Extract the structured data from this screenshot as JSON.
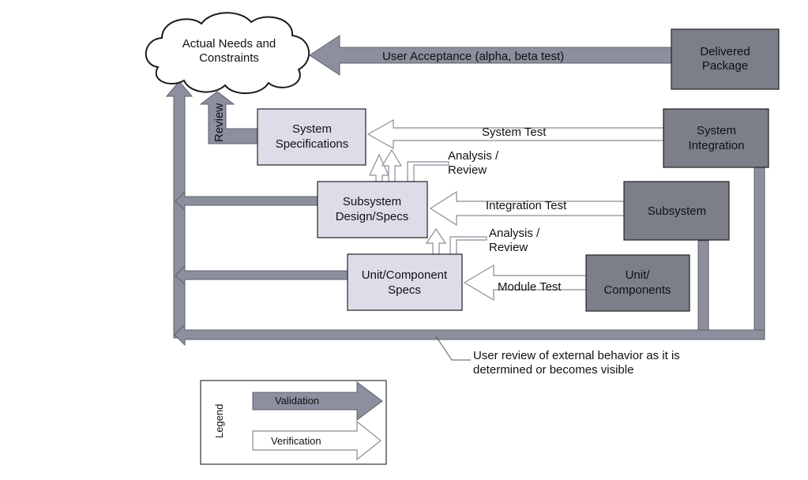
{
  "colors": {
    "validation": "#8b8f9e",
    "validation_stroke": "#5d606b",
    "spec_box": "#dcdde9",
    "impl_box": "#7c7e89",
    "arrow_outline": "#8a8c96"
  },
  "nodes": {
    "actual_needs": [
      "Actual Needs and",
      "Constraints"
    ],
    "delivered_package": [
      "Delivered",
      "Package"
    ],
    "system_specs": [
      "System",
      "Specifications"
    ],
    "system_integration": [
      "System",
      "Integration"
    ],
    "subsystem_design": [
      "Subsystem",
      "Design/Specs"
    ],
    "subsystem": "Subsystem",
    "unit_specs": [
      "Unit/Component",
      "Specs"
    ],
    "unit_components": [
      "Unit/",
      "Components"
    ]
  },
  "edges": {
    "user_acceptance": "User Acceptance (alpha, beta test)",
    "review": "Review",
    "system_test": "System Test",
    "analysis_review_1": [
      "Analysis /",
      "Review"
    ],
    "integration_test": "Integration Test",
    "analysis_review_2": [
      "Analysis /",
      "Review"
    ],
    "module_test": "Module Test",
    "user_review": [
      "User review of external behavior as it is",
      "determined or becomes visible"
    ]
  },
  "legend": {
    "title": "Legend",
    "validation": "Validation",
    "verification": "Verification"
  }
}
